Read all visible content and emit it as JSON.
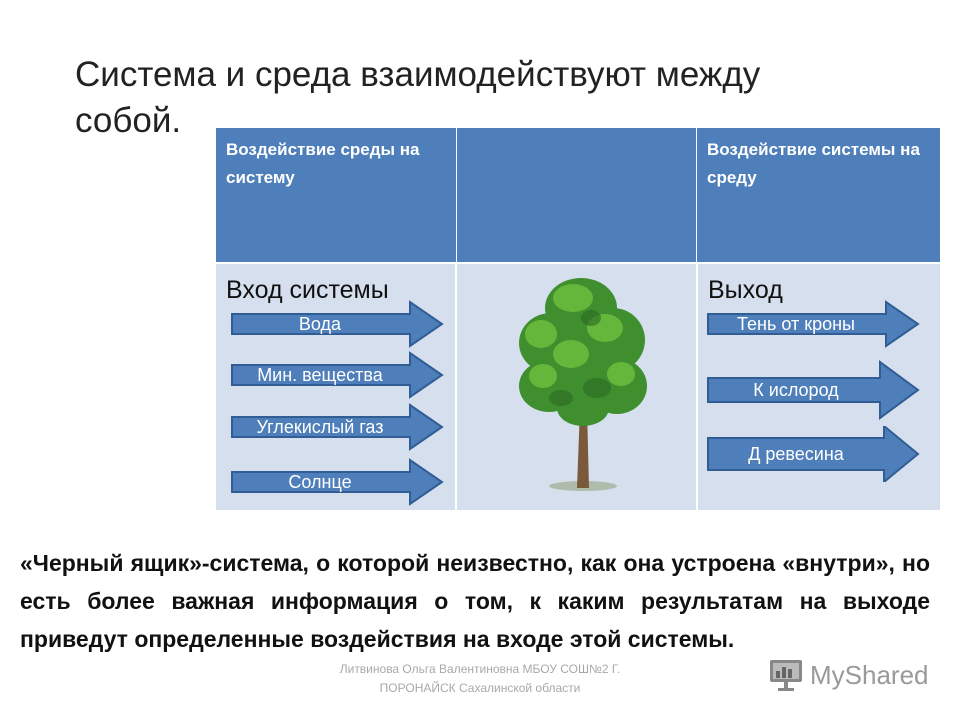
{
  "title": "Система и среда взаимодействуют между собой.",
  "table": {
    "header_left": "Воздействие среды на систему",
    "header_right": "Воздействие системы на среду",
    "input_title": "Вход системы",
    "output_title": "Выход",
    "inputs": [
      "Вода",
      "Мин. вещества",
      "Углекислый газ",
      "Солнце"
    ],
    "outputs": [
      "Тень от кроны",
      "К ислород",
      "Д ревесина"
    ]
  },
  "paragraph": "«Черный ящик»-система, о которой неизвестно, как она устроена «внутри», но есть более важная информация о том, к каким результатам на выходе приведут определенные воздействия на входе этой системы.",
  "footer": "Литвинова Ольга Валентиновна МБОУ СОШ№2 Г. ПОРОНАЙСК Сахалинской области",
  "logo_text": "MyShared",
  "colors": {
    "header": "#4f7fba",
    "body": "#d5dfee",
    "arrow": "#4f7fba",
    "arrow_border": "#2f5d94"
  }
}
